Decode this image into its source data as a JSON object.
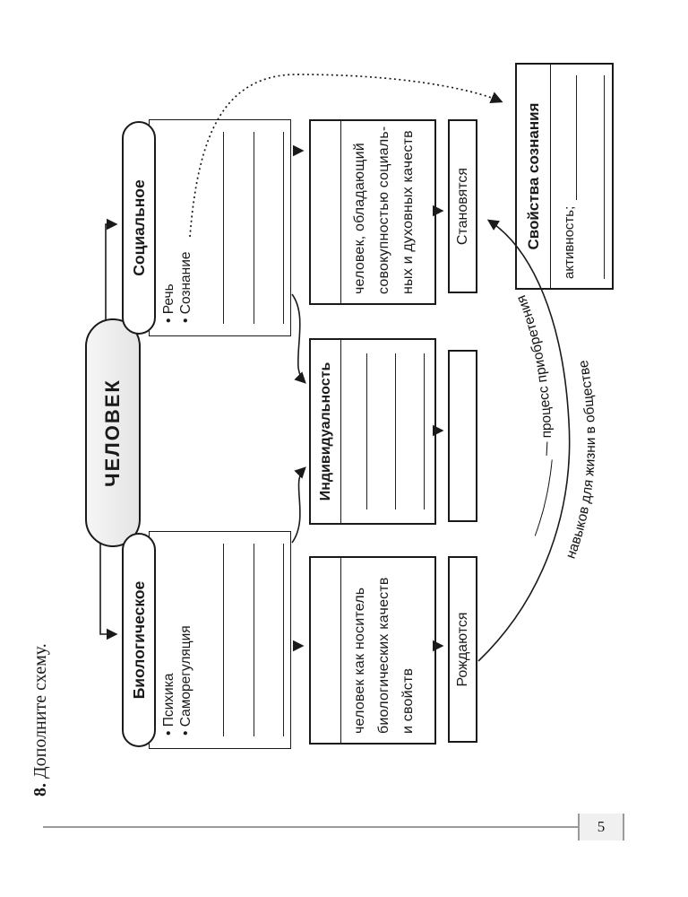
{
  "page": {
    "task_number": "8.",
    "task_text": "Дополните схему.",
    "page_number": "5"
  },
  "ui": {
    "bullet": "•"
  },
  "diagram": {
    "root_label": "ЧЕЛОВЕК",
    "social": {
      "label": "Социальное",
      "bullets": [
        "Речь",
        "Сознание"
      ]
    },
    "biological": {
      "label": "Биологическое",
      "bullets": [
        "Психика",
        "Саморегуляция"
      ]
    },
    "personality_def": "человек, обладающий\nсовокупностью социаль-\nных и духовных качеств",
    "individuality_label": "Индивидуальность",
    "individual_def": "человек как носитель\nбиологических качеств\nи свойств",
    "become_label": "Становятся",
    "born_label": "Рождаются",
    "consciousness": {
      "header": "Свойства сознания",
      "item": "активность;"
    },
    "socialization": {
      "line1": "__________ — процесс приобретения",
      "line2": "навыков для жизни в обществе"
    }
  },
  "colors": {
    "ink": "#1a1a1a",
    "root_fill": "#ededed",
    "footer_line": "#9a9a9a",
    "footer_bg": "#f0f0f0"
  }
}
